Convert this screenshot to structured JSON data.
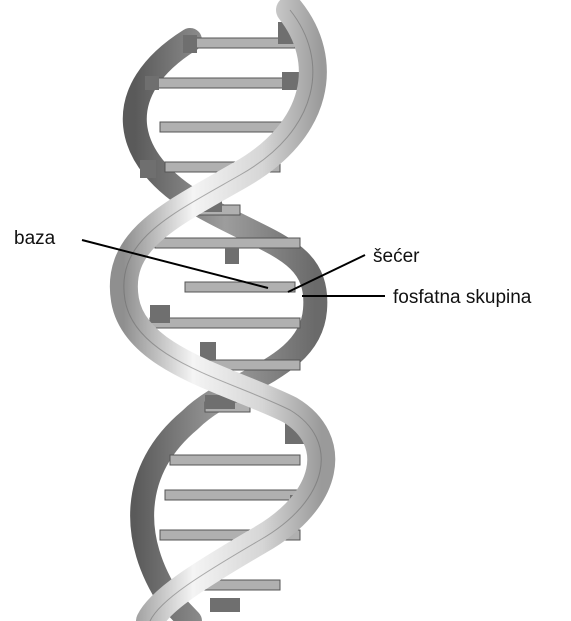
{
  "diagram": {
    "labels": {
      "base": "baza",
      "sugar": "šećer",
      "phosphate": "fosfatna skupina"
    }
  }
}
